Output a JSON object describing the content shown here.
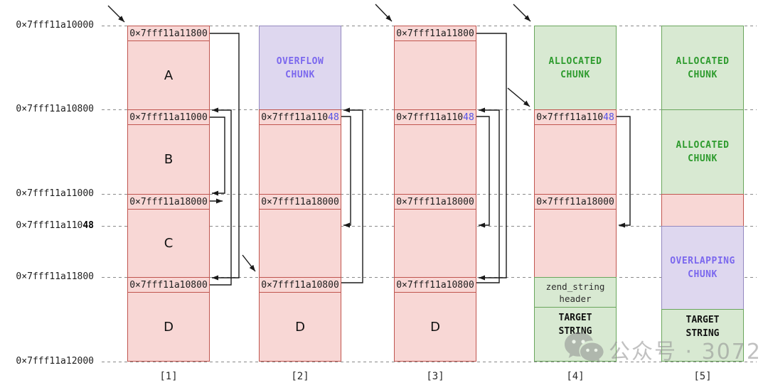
{
  "diagram_title": "heap-chunk-freelist-overflow-stages",
  "axis": {
    "labels": [
      {
        "prefix": "0×7fff11a10000",
        "bold": ""
      },
      {
        "prefix": "0×7fff11a10800",
        "bold": ""
      },
      {
        "prefix": "0×7fff11a11000",
        "bold": ""
      },
      {
        "prefix": "0×7fff11a110",
        "bold": "48"
      },
      {
        "prefix": "0×7fff11a11800",
        "bold": ""
      },
      {
        "prefix": "0×7fff11a12000",
        "bold": ""
      }
    ]
  },
  "columns": [
    {
      "label": "[1]",
      "cells": [
        {
          "text": "0×7fff11a11800",
          "accent": ""
        },
        {
          "text": "A"
        },
        {
          "text": "0×7fff11a11000",
          "accent": ""
        },
        {
          "text": "B"
        },
        {
          "text": "0×7fff11a18000",
          "accent": ""
        },
        {
          "text": "C"
        },
        {
          "text": "0×7fff11a10800",
          "accent": ""
        },
        {
          "text": "D"
        }
      ]
    },
    {
      "label": "[2]",
      "cells": [
        {
          "line1": "OVERFLOW",
          "line2": "CHUNK"
        },
        {
          "text": "0×7fff11a110",
          "accent": "48"
        },
        {
          "text": ""
        },
        {
          "text": "0×7fff11a18000",
          "accent": ""
        },
        {
          "text": ""
        },
        {
          "text": "0×7fff11a10800",
          "accent": ""
        },
        {
          "text": "D"
        }
      ]
    },
    {
      "label": "[3]",
      "cells": [
        {
          "text": "0×7fff11a11800",
          "accent": ""
        },
        {
          "text": ""
        },
        {
          "text": "0×7fff11a110",
          "accent": "48"
        },
        {
          "text": ""
        },
        {
          "text": "0×7fff11a18000",
          "accent": ""
        },
        {
          "text": ""
        },
        {
          "text": "0×7fff11a10800",
          "accent": ""
        },
        {
          "text": "D"
        }
      ]
    },
    {
      "label": "[4]",
      "cells": [
        {
          "line1": "ALLOCATED",
          "line2": "CHUNK"
        },
        {
          "text": "0×7fff11a110",
          "accent": "48"
        },
        {
          "text": ""
        },
        {
          "text": "0×7fff11a18000",
          "accent": ""
        },
        {
          "text": ""
        },
        {
          "line1": "zend_string",
          "line2": "header"
        },
        {
          "line1": "TARGET",
          "line2": "STRING"
        }
      ]
    },
    {
      "label": "[5]",
      "cells": [
        {
          "line1": "ALLOCATED",
          "line2": "CHUNK"
        },
        {
          "line1": "ALLOCATED",
          "line2": "CHUNK"
        },
        {
          "text": ""
        },
        {
          "line1": "OVERLAPPING",
          "line2": "CHUNK"
        },
        {
          "line1": "TARGET",
          "line2": "STRING"
        }
      ]
    }
  ],
  "watermark": {
    "text": "公众号 · 3072",
    "icon": "wechat-icon"
  },
  "colors": {
    "pink_fill": "#f8d7d5",
    "pink_border": "#c0554f",
    "purple_fill": "#ded7ef",
    "purple_border": "#9488bf",
    "purple_text": "#7b68ee",
    "green_fill": "#d8e9d2",
    "green_border": "#6aa65c",
    "green_text": "#2e9b2e",
    "accent_blue": "#5353e8",
    "arrow": "#1a1a1a",
    "dash": "#8a8a8a"
  }
}
